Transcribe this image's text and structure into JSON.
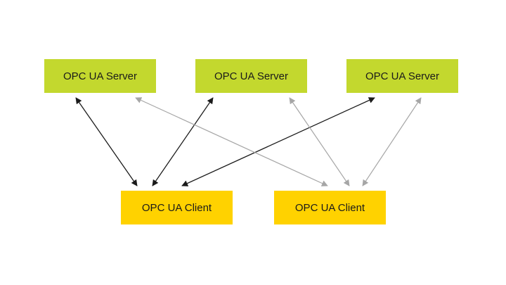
{
  "diagram": {
    "servers": [
      {
        "id": "server-1",
        "label": "OPC UA Server"
      },
      {
        "id": "server-2",
        "label": "OPC UA Server"
      },
      {
        "id": "server-3",
        "label": "OPC UA Server"
      }
    ],
    "clients": [
      {
        "id": "client-1",
        "label": "OPC UA Client"
      },
      {
        "id": "client-2",
        "label": "OPC UA Client"
      }
    ],
    "connections": [
      {
        "from": "client-1",
        "to": "server-1",
        "style": "dark",
        "bidirectional": true
      },
      {
        "from": "client-1",
        "to": "server-2",
        "style": "dark",
        "bidirectional": true
      },
      {
        "from": "client-1",
        "to": "server-3",
        "style": "dark",
        "bidirectional": true
      },
      {
        "from": "client-2",
        "to": "server-1",
        "style": "light",
        "bidirectional": true
      },
      {
        "from": "client-2",
        "to": "server-2",
        "style": "light",
        "bidirectional": true
      },
      {
        "from": "client-2",
        "to": "server-3",
        "style": "light",
        "bidirectional": true
      }
    ]
  },
  "colors": {
    "server_fill": "#c3d82e",
    "client_fill": "#ffd200",
    "dark_connector": "#1a1a1a",
    "light_connector": "#a6a6a6",
    "background": "#ffffff"
  }
}
